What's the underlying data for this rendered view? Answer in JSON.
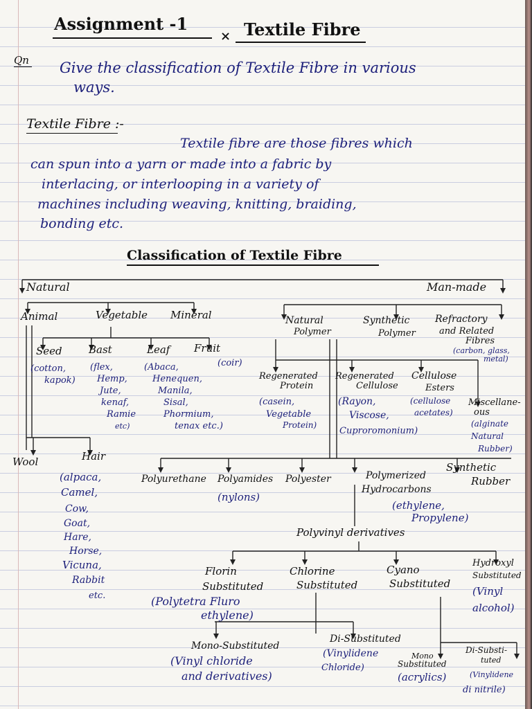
{
  "title": {
    "left": "Assignment -1",
    "sep": "×",
    "right": "Textile Fibre"
  },
  "question": {
    "marker": "Qn",
    "line1": "Give the classification of Textile Fibre in various",
    "line2": "ways."
  },
  "definition": {
    "heading": "Textile Fibre :-",
    "lines": [
      "Textile fibre are those fibres which",
      "can spun into a yarn or made into a fabric by",
      "interlacing, or interlooping in a variety of",
      "machines including weaving, knitting, braiding,",
      "bonding etc."
    ]
  },
  "chart_heading": "Classification of Textile Fibre",
  "tree": {
    "natural": "Natural",
    "manmade": "Man-made",
    "animal": "Animal",
    "vegetable": "Vegetable",
    "mineral": "Mineral",
    "seed": "Seed",
    "seed_ex": [
      "(cotton,",
      "kapok)"
    ],
    "bast": "Bast",
    "bast_ex": [
      "(flex,",
      "Hemp,",
      "Jute,",
      "kenaf,",
      "Ramie",
      "etc)"
    ],
    "leaf": "Leaf",
    "leaf_ex": [
      "(Abaca,",
      "Henequen,",
      "Manila,",
      "Sisal,",
      "Phormium,",
      "tenax etc.)"
    ],
    "fruit": "Fruit",
    "fruit_ex": [
      "(coir)"
    ],
    "wool": "Wool",
    "hair": "Hair",
    "hair_ex": [
      "(alpaca,",
      "Camel,",
      "Cow,",
      "Goat,",
      "Hare,",
      "Horse,",
      "Vicuna,",
      "Rabbit",
      "etc."
    ],
    "natural_polymer": [
      "Natural",
      "Polymer"
    ],
    "synthetic_polymer": [
      "Synthetic",
      "Polymer"
    ],
    "refractory": [
      "Refractory",
      "and Related",
      "Fibres"
    ],
    "refractory_ex": [
      "(carbon, glass,",
      "metal)"
    ],
    "regen_protein": [
      "Regenerated",
      "Protein"
    ],
    "regen_protein_ex": [
      "(casein,",
      "Vegetable",
      "Protein)"
    ],
    "regen_cellulose": [
      "Regenerated",
      "Cellulose"
    ],
    "regen_cellulose_ex": [
      "(Rayon,",
      "Viscose,",
      "Cuproromonium)"
    ],
    "cellulose_esters": [
      "Cellulose",
      "Esters"
    ],
    "cellulose_esters_ex": [
      "(cellulose",
      "acetates)"
    ],
    "misc": [
      "Miscellane-",
      "ous"
    ],
    "misc_ex": [
      "(alginate",
      "Natural",
      "Rubber)"
    ],
    "polyurethane": "Polyurethane",
    "polyamides": "Polyamides",
    "polyamides_ex": "(nylons)",
    "polyester": "Polyester",
    "polymerized": [
      "Polymerized",
      "Hydrocarbons"
    ],
    "polymerized_ex": [
      "(ethylene,",
      "Propylene)"
    ],
    "synthetic_rubber": [
      "Synthetic",
      "Rubber"
    ],
    "polyvinyl": "Polyvinyl derivatives",
    "florin": [
      "Florin",
      "Substituted"
    ],
    "florin_ex": [
      "(Polytetra Fluro",
      "ethylene)"
    ],
    "chlorine": [
      "Chlorine",
      "Substituted"
    ],
    "cyano": [
      "Cyano",
      "Substituted"
    ],
    "hydroxyl": [
      "Hydroxyl",
      "Substituted"
    ],
    "hydroxyl_ex": [
      "(Vinyl",
      "alcohol)"
    ],
    "mono_sub": "Mono-Substituted",
    "mono_sub_ex": [
      "(Vinyl chloride",
      "and derivatives)"
    ],
    "di_sub": "Di-Substituted",
    "di_sub_ex": [
      "(Vinylidene",
      "Chloride)"
    ],
    "mono2": [
      "Mono",
      "Substituted"
    ],
    "mono2_ex": "(acrylics)",
    "di2": [
      "Di-Substi-",
      "tuted"
    ],
    "di2_ex": [
      "(Vinylidene",
      "di nitrile)"
    ]
  }
}
